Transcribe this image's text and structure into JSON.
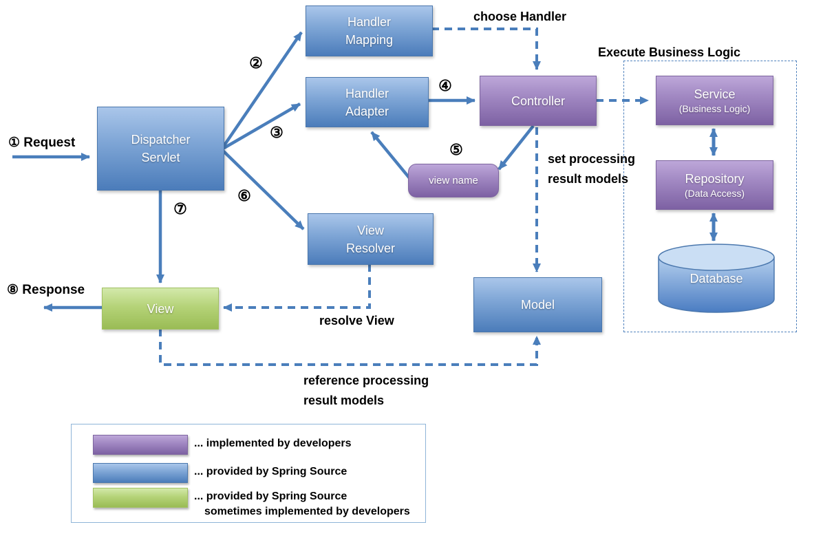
{
  "diagram": {
    "nodes": {
      "handler_mapping": {
        "label": "Handler\nMapping"
      },
      "handler_adapter": {
        "label": "Handler\nAdapter"
      },
      "dispatcher_servlet": {
        "label": "Dispatcher\nServlet"
      },
      "controller": {
        "label": "Controller"
      },
      "service": {
        "label": "Service",
        "sub": "(Business Logic)"
      },
      "repository": {
        "label": "Repository",
        "sub": "(Data Access)"
      },
      "database": {
        "label": "Database"
      },
      "view_name": {
        "label": "view name"
      },
      "view_resolver": {
        "label": "View\nResolver"
      },
      "view": {
        "label": "View"
      },
      "model": {
        "label": "Model"
      }
    },
    "steps": {
      "s2": "②",
      "s3": "③",
      "s4": "④",
      "s5": "⑤",
      "s6": "⑥",
      "s7": "⑦"
    },
    "annotations": {
      "request": "① Request",
      "response": "⑧ Response",
      "choose_handler": "choose Handler",
      "execute_business_logic": "Execute Business Logic",
      "set_processing": "set processing\nresult models",
      "resolve_view": "resolve View",
      "reference_models": "reference processing\nresult models"
    },
    "legend": {
      "items": [
        {
          "color": "#8064a2",
          "label": "... implemented by developers"
        },
        {
          "color": "#4f81bd",
          "label": "... provided by Spring Source"
        },
        {
          "color": "#9bbb59",
          "label": "... provided by Spring Source",
          "label2": "sometimes implemented by developers"
        }
      ]
    },
    "colors": {
      "spring_blue": "#4f81bd",
      "developer_purple": "#8064a2",
      "view_green": "#9bbb59",
      "arrow_blue": "#4a7ebb",
      "text_black": "#000000"
    }
  }
}
